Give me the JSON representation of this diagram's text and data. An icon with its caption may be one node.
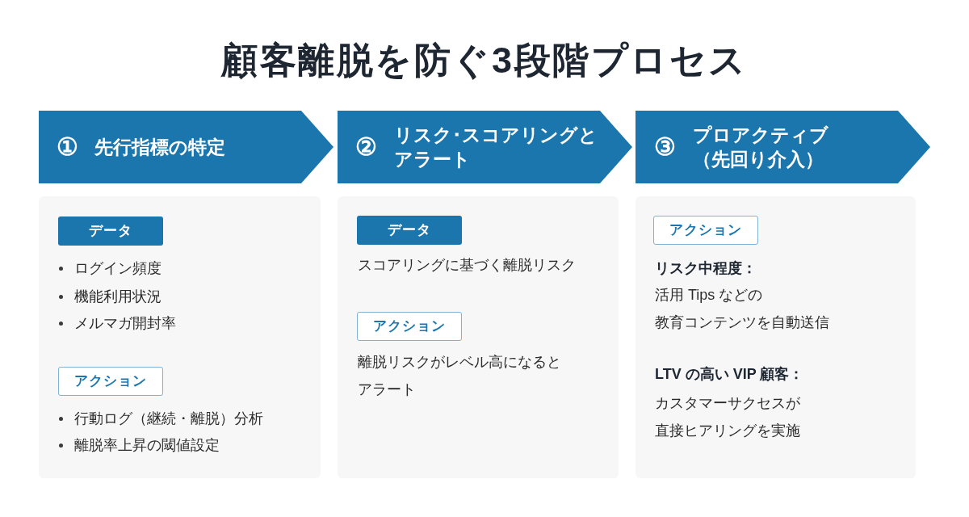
{
  "diagram": {
    "title": "顧客離脱を防ぐ3段階プロセス",
    "nodes": [
      {
        "text": [
          "①",
          "先行指標の特定"
        ]
      },
      {
        "text": [
          "ログイン頻度",
          "機能利用状況",
          "メルマガ開封率",
          "行動ログ（継続・離脱）分析",
          "離脱率上昇の閾値設定"
        ]
      },
      {
        "text": [
          "データ"
        ],
        "in": 1
      },
      {
        "text": [
          "アクション"
        ],
        "in": 1
      },
      {
        "text": [
          "②",
          "リスク･スコアリングとアラート"
        ]
      },
      {
        "text": [
          "スコアリングに基づく離脱リスク",
          "離脱リスクがレベル高になるとアラート"
        ]
      },
      {
        "text": [
          "データ"
        ],
        "in": 5
      },
      {
        "text": [
          "アクション"
        ],
        "in": 5
      },
      {
        "text": [
          "③",
          "プロアクティブ（先回り介入）"
        ]
      },
      {
        "text": [
          "リスク中程度：",
          "活用 Tips などの教育コンテンツを自動送信",
          "LTV の高い VIP 顧客：",
          "カスタマーサクセスが直接ヒアリングを実施"
        ]
      },
      {
        "text": [
          "アクション"
        ],
        "in": 9
      }
    ]
  }
}
